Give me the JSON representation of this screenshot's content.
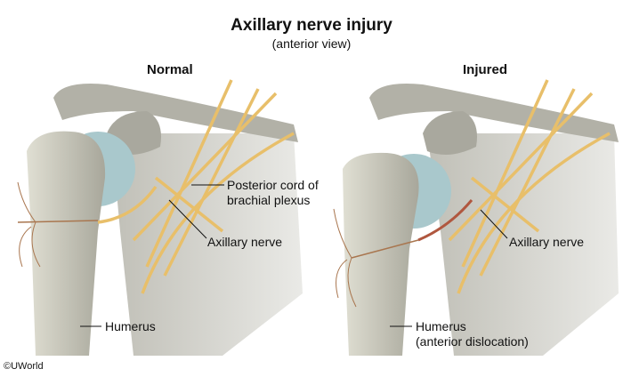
{
  "title": "Axillary nerve injury",
  "subtitle": "(anterior view)",
  "panels": {
    "normal": {
      "heading": "Normal",
      "labels": {
        "posterior_cord_1": "Posterior cord of",
        "posterior_cord_2": "brachial plexus",
        "axillary": "Axillary nerve",
        "humerus": "Humerus"
      }
    },
    "injured": {
      "heading": "Injured",
      "labels": {
        "axillary": "Axillary nerve",
        "humerus": "Humerus",
        "humerus_note": "(anterior dislocation)"
      }
    }
  },
  "copyright": "©UWorld",
  "colors": {
    "bone": "#c9c8bb",
    "bone_dark": "#9e9d92",
    "cartilage": "#a9c8cc",
    "nerve": "#e8bf6a",
    "injured_nerve": "#b0573f",
    "vessel": "#a9764f"
  }
}
